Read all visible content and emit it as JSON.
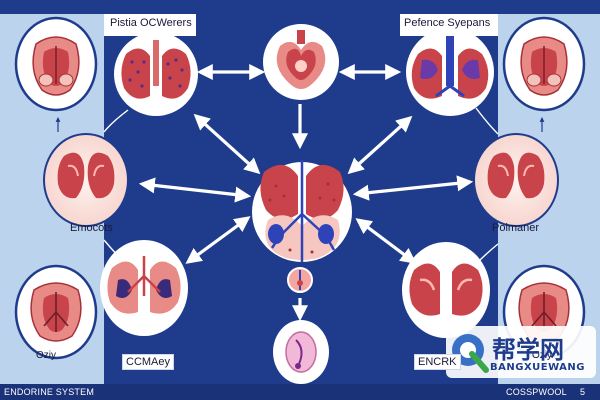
{
  "labels": {
    "top_left": "Pistia OCWerers",
    "top_right": "Pefence Syepans",
    "mid_left": "Emocots",
    "mid_right": "Polmaner",
    "bottom_left_organ": "Oziy",
    "bottom_left_box": "CCMAey",
    "bottom_right_box": "ENCRK",
    "bottom_right_organ": "Oziy"
  },
  "footer": {
    "left": "ENDORINE SYSTEM",
    "middle_number": "5",
    "right": "COSSPWOOL"
  },
  "watermark": {
    "cn_text": "帮学网",
    "pinyin": "BANGXUEWANG"
  },
  "colors": {
    "background": "#1f3c8c",
    "panel": "#bcd3ee",
    "organ_red": "#c9434a",
    "organ_pink": "#e88a86",
    "vessel_blue": "#2f43b8",
    "arrow_white": "#ffffff"
  },
  "nodes": [
    {
      "id": "node-left-top",
      "icon": "uterus-icon"
    },
    {
      "id": "node-lungs-top-left",
      "icon": "lungs-icon"
    },
    {
      "id": "node-heart-top",
      "icon": "heart-icon"
    },
    {
      "id": "node-lungs-top-right",
      "icon": "lungs-icon"
    },
    {
      "id": "node-right-top",
      "icon": "uterus-icon"
    },
    {
      "id": "node-kidneys-left",
      "icon": "kidneys-icon"
    },
    {
      "id": "node-center",
      "icon": "pancreas-icon"
    },
    {
      "id": "node-kidneys-right",
      "icon": "kidneys-icon"
    },
    {
      "id": "node-lungs-bottom-left",
      "icon": "lungs-icon"
    },
    {
      "id": "node-ovary-bottom",
      "icon": "ovary-icon"
    },
    {
      "id": "node-lungs-bottom-right",
      "icon": "lungs-icon"
    },
    {
      "id": "node-left-bottom",
      "icon": "uterus-icon"
    },
    {
      "id": "node-right-bottom",
      "icon": "uterus-icon"
    }
  ]
}
